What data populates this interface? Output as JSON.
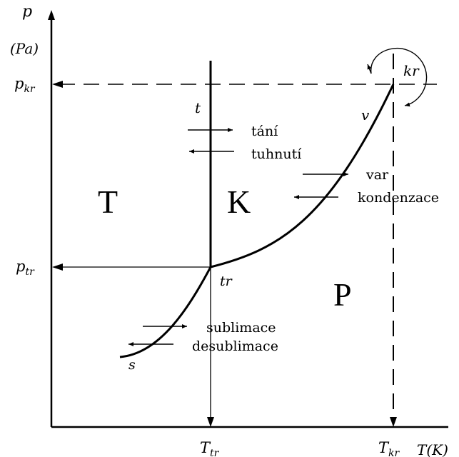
{
  "labels": {
    "p_axis": "p",
    "p_unit": "(Pa)",
    "t_axis": "T(K)",
    "p_kr_base": "p",
    "p_kr_sub": "kr",
    "p_tr_base": "p",
    "p_tr_sub": "tr",
    "T_tr_base": "T",
    "T_tr_sub": "tr",
    "T_kr_base": "T",
    "T_kr_sub": "kr",
    "kr": "kr",
    "t": "t",
    "tr": "tr",
    "v": "v",
    "s": "s"
  },
  "phases": {
    "solid": "T",
    "liquid": "K",
    "gas": "P"
  },
  "transitions": {
    "melting": "tání",
    "freezing": "tuhnutí",
    "boiling": "var",
    "condensation": "kondenzace",
    "sublimation": "sublimace",
    "desublimation": "desublimace"
  },
  "colors": {
    "ink": "#000000",
    "background": "#ffffff"
  }
}
